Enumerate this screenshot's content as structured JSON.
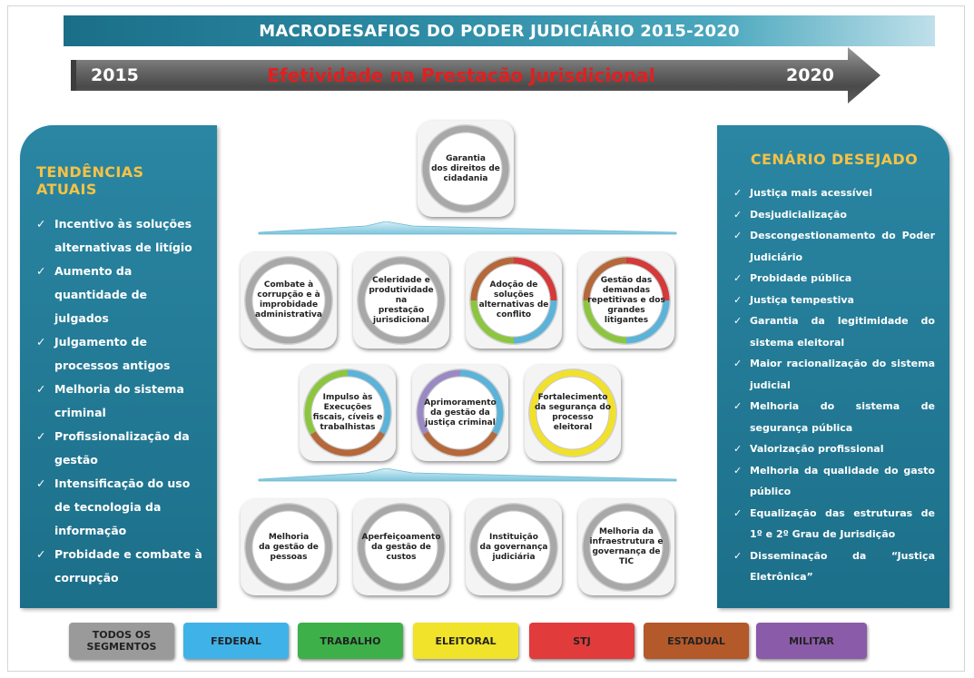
{
  "title": "MACRODESAFIOS DO PODER JUDICIÁRIO 2015-2020",
  "timeline": {
    "start": "2015",
    "end": "2020",
    "label": "Efetividade na Prestacão Jurisdicional"
  },
  "left_panel": {
    "title": "TENDÊNCIAS ATUAIS",
    "items": [
      "Incentivo às soluções alternativas de litígio",
      "Aumento da quantidade de julgados",
      "Julgamento de processos antigos",
      "Melhoria do sistema criminal",
      "Profissionalização da gestão",
      "Intensificação do uso de tecnologia da informação",
      "Probidade e combate à corrupção"
    ]
  },
  "right_panel": {
    "title": "CENÁRIO DESEJADO",
    "items": [
      "Justiça mais acessível",
      "Desjudicialização",
      "Descongestionamento do Poder Judiciário",
      "Probidade pública",
      "Justiça tempestiva",
      "Garantia da legitimidade do sistema eleitoral",
      "Maior racionalização do sistema judicial",
      "Melhoria do sistema de segurança pública",
      "Valorização profissional",
      "Melhoria da qualidade do gasto público",
      "Equalização das estruturas de 1º e 2º Grau de Jurisdição",
      "Disseminação da “Justiça Eletrônica”"
    ]
  },
  "diagram": {
    "top": {
      "label": "Garantia\ndos direitos de\ncidadania",
      "ring": [
        "#a8a8a8"
      ]
    },
    "row2": [
      {
        "label": "Combate à\ncorrupção e à\nimprobidade\nadministrativa",
        "ring": [
          "#a8a8a8"
        ]
      },
      {
        "label": "Celeridade e\nprodutividade na\nprestação\njurisdicional",
        "ring": [
          "#a8a8a8"
        ]
      },
      {
        "label": "Adoção de\nsoluções\nalternativas de\nconflito",
        "ring": [
          "#d43a3a",
          "#5bb3d9",
          "#8cc63f",
          "#b5683a"
        ]
      },
      {
        "label": "Gestão das\ndemandas\nrepetitivas e dos\ngrandes litigantes",
        "ring": [
          "#d43a3a",
          "#5bb3d9",
          "#8cc63f",
          "#b5683a"
        ]
      }
    ],
    "row3": [
      {
        "label": "Impulso às\nExecuções\nfiscais, cíveis e\ntrabalhistas",
        "ring": [
          "#5bb3d9",
          "#b5683a",
          "#8cc63f"
        ]
      },
      {
        "label": "Aprimoramento\nda gestão da\njustiça criminal",
        "ring": [
          "#5bb3d9",
          "#b5683a",
          "#9a8ac4"
        ]
      },
      {
        "label": "Fortalecimento\nda segurança do\nprocesso\neleitoral",
        "ring": [
          "#f2e12a"
        ]
      }
    ],
    "row4": [
      {
        "label": "Melhoria\nda gestão de\npessoas",
        "ring": [
          "#a8a8a8"
        ]
      },
      {
        "label": "Aperfeiçoamento\nda gestão de\ncustos",
        "ring": [
          "#a8a8a8"
        ]
      },
      {
        "label": "Instituição\nda governança\njudiciária",
        "ring": [
          "#a8a8a8"
        ]
      },
      {
        "label": "Melhoria da\ninfraestrutura e\ngovernança de TIC",
        "ring": [
          "#a8a8a8"
        ]
      }
    ]
  },
  "legend": [
    {
      "label": "TODOS OS\nSEGMENTOS",
      "color": "#9a9a9a"
    },
    {
      "label": "FEDERAL",
      "color": "#3fb2e8"
    },
    {
      "label": "TRABALHO",
      "color": "#3db04a"
    },
    {
      "label": "ELEITORAL",
      "color": "#f0e32a"
    },
    {
      "label": "STJ",
      "color": "#e23b3b"
    },
    {
      "label": "ESTADUAL",
      "color": "#b3592a"
    },
    {
      "label": "MILITAR",
      "color": "#8a5ba8"
    }
  ]
}
